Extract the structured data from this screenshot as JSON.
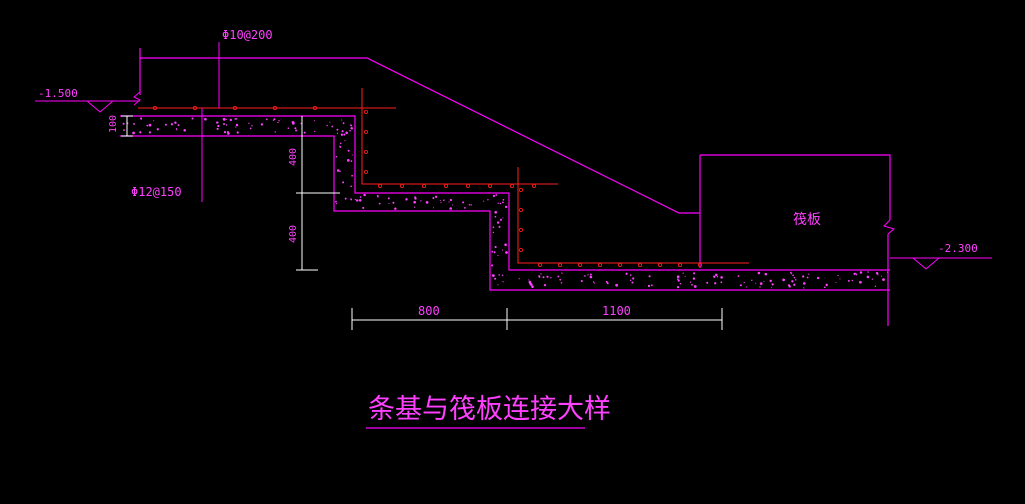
{
  "labels": {
    "rebar_top": "Φ10@200",
    "rebar_bottom": "Φ12@150",
    "level_left": "-1.500",
    "level_right": "-2.300",
    "thickness": "100",
    "step1_height": "400",
    "step2_height": "400",
    "dim_800": "800",
    "dim_1100": "1100",
    "raft": "筏板",
    "title": "条基与筏板连接大样"
  },
  "colors": {
    "background": "#000000",
    "outline": "#ff00ff",
    "rebar": "#ff1a1a",
    "concrete_dots": "#ff40ff",
    "dimension": "#ffffff",
    "text": "#ff40ff"
  }
}
